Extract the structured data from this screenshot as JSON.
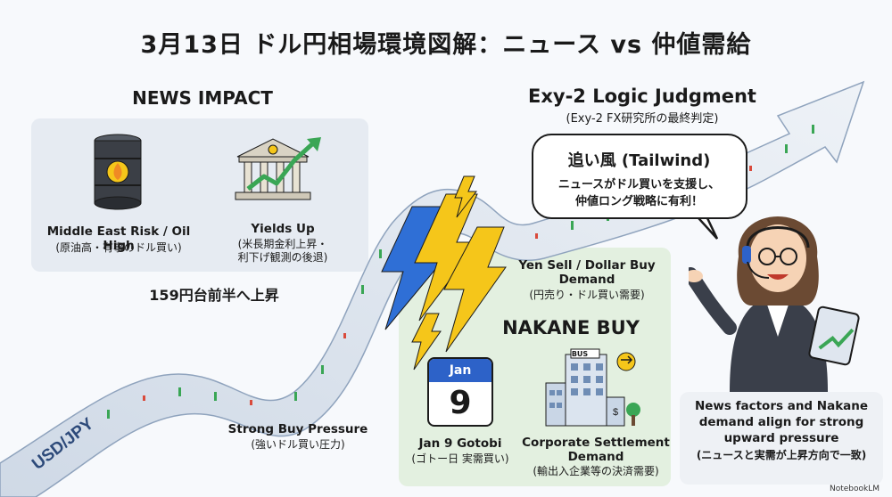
{
  "title": "3月13日 ドル円相場環境図解：ニュース vs 仲値需給",
  "news_impact": {
    "heading": "NEWS IMPACT",
    "oil": {
      "label": "Middle East Risk / Oil High",
      "sublabel": "(原油高・有事のドル買い)"
    },
    "yields": {
      "label": "Yields Up",
      "sublabel_1": "(米長期金利上昇・",
      "sublabel_2": "利下げ観測の後退)"
    },
    "price_note": "159円台前半へ上昇"
  },
  "exy": {
    "heading": "Exy-2 Logic Judgment",
    "subheading": "(Exy-2 FX研究所の最終判定)",
    "bubble_title": "追い風 (Tailwind)",
    "bubble_line_1": "ニュースがドル買いを支援し、",
    "bubble_line_2": "仲値ロング戦略に有利！"
  },
  "ribbon": {
    "label": "USD/JPY",
    "pressure_label": "Strong Buy Pressure",
    "pressure_sublabel": "(強いドル買い圧力)"
  },
  "nakane": {
    "demand_label_1": "Yen Sell / Dollar Buy",
    "demand_label_2": "Demand",
    "demand_sublabel": "(円売り・ドル買い需要)",
    "heading": "NAKANE BUY",
    "calendar": {
      "month": "Jan",
      "day": "9",
      "label": "Jan 9 Gotobi",
      "sublabel": "(ゴトー日 実需買い)"
    },
    "corporate": {
      "sign": "BUS",
      "label_1": "Corporate Settlement",
      "label_2": "Demand",
      "sublabel": "(輸出入企業等の決済需要)"
    }
  },
  "callout": {
    "line_1": "News factors and Nakane",
    "line_2": "demand align for strong",
    "line_3": "upward pressure",
    "sub": "(ニュースと実需が上昇方向で一致)"
  },
  "footer": "NotebookLM",
  "colors": {
    "ribbon": "#dfe6ef",
    "ribbon_edge": "#8fa3bd",
    "ribbon_text": "#2d4a7a",
    "bolt_blue": "#2f6fd6",
    "bolt_yellow": "#f5c61a",
    "chart_green": "#3aa655",
    "chart_red": "#d94a3b",
    "oil_barrel": "#3b3f46",
    "oil_flame": "#f08a24",
    "calendar_blue": "#2d62c8"
  }
}
